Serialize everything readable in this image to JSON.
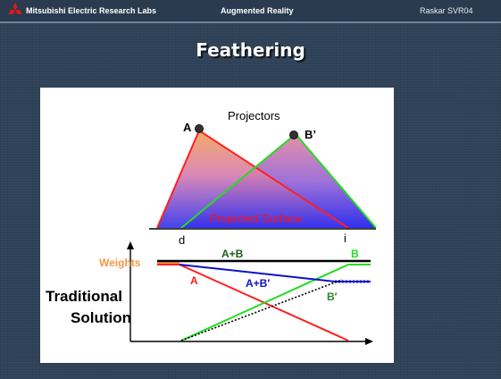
{
  "header": {
    "organization": "Mitsubishi Electric Research Labs",
    "topic": "Augmented Reality",
    "reference": "Raskar SVR04"
  },
  "slide": {
    "title": "Feathering"
  },
  "diagram": {
    "projectors_label": "Projectors",
    "projector_a_label": "A",
    "projector_b_label": "B’",
    "surface_label": "Projected Surface",
    "overlap_start_label": "d",
    "overlap_end_label": "i",
    "weights_label": "Weights",
    "sum_ab_label": "A+B",
    "sum_ab_prime_label": "A+B′",
    "curve_a_label": "A",
    "curve_b_label": "B",
    "curve_b_prime_label": "B′",
    "method_label_line1": "Traditional",
    "method_label_line2": "Solution"
  },
  "colors": {
    "projector_a": "#ff2020",
    "projector_b": "#22dd22",
    "sum_ab_prime": "#1010c8",
    "b_prime": "#2a8a2a",
    "weights": "#f79646",
    "background": "#2f4257"
  }
}
